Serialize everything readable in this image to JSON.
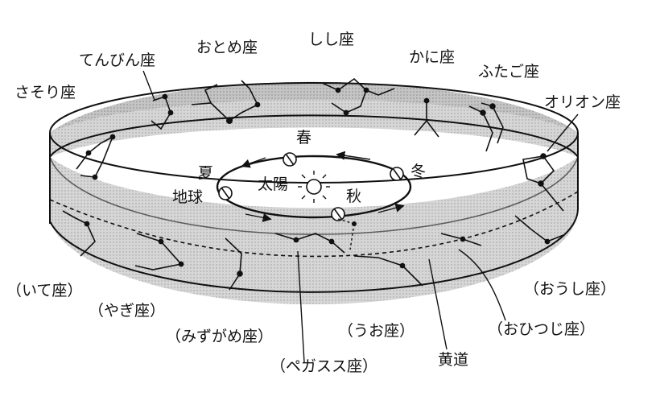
{
  "constellations_top": {
    "sasori": "さそり座",
    "tenbin": "てんびん座",
    "otome": "おとめ座",
    "shishi": "しし座",
    "kani": "かに座",
    "futago": "ふたご座",
    "orion": "オリオン座"
  },
  "constellations_bottom": {
    "ite": "（いて座）",
    "yagi": "（やぎ座）",
    "mizugame": "（みずがめ座）",
    "pegasus": "（ペガスス座）",
    "uo": "（うお座）",
    "oushi": "（おうし座）",
    "ohitsuji": "（おひつじ座）"
  },
  "ecliptic_label": "黄道",
  "seasons": {
    "spring": "春",
    "summer": "夏",
    "autumn": "秋",
    "winter": "冬"
  },
  "sun_label": "太陽",
  "earth_label": "地球",
  "colors": {
    "ink": "#111111",
    "band_fill": "#d9d9d9",
    "band_fill_dark": "#bdbdbd",
    "background": "#ffffff"
  }
}
